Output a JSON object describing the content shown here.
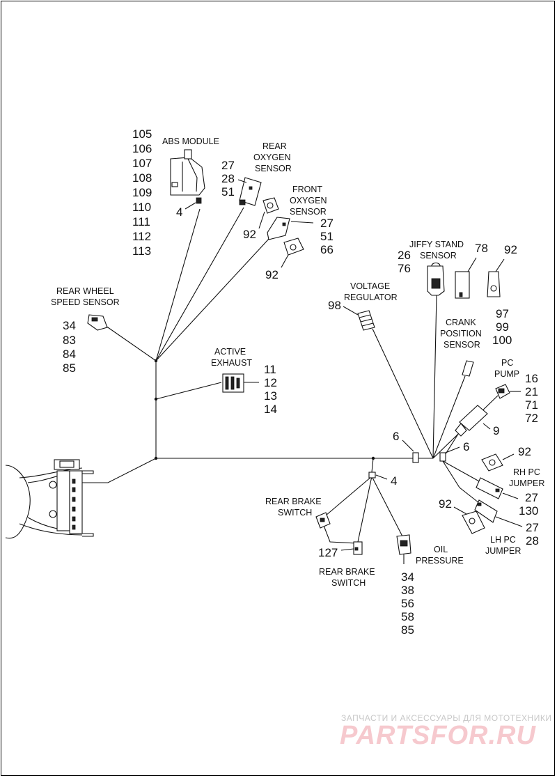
{
  "labels": {
    "abs_module": "ABS MODULE",
    "rear_oxygen_sensor": [
      "REAR",
      "OXYGEN",
      "SENSOR"
    ],
    "front_oxygen_sensor": [
      "FRONT",
      "OXYGEN",
      "SENSOR"
    ],
    "rear_wheel_speed_sensor": [
      "REAR WHEEL",
      "SPEED SENSOR"
    ],
    "active_exhaust": [
      "ACTIVE",
      "EXHAUST"
    ],
    "jiffy_stand_sensor": [
      "JIFFY STAND",
      "SENSOR"
    ],
    "voltage_regulator": [
      "VOLTAGE",
      "REGULATOR"
    ],
    "crank_position_sensor": [
      "CRANK",
      "POSITION",
      "SENSOR"
    ],
    "pc_pump": [
      "PC",
      "PUMP"
    ],
    "rh_pc_jumper": [
      "RH PC",
      "JUMPER"
    ],
    "lh_pc_jumper": [
      "LH PC",
      "JUMPER"
    ],
    "rear_brake_switch_upper": [
      "REAR BRAKE",
      "SWITCH"
    ],
    "rear_brake_switch_lower": [
      "REAR BRAKE",
      "SWITCH"
    ],
    "oil_pressure": [
      "OIL",
      "PRESSURE"
    ]
  },
  "callouts": {
    "abs_module": [
      "105",
      "106",
      "107",
      "108",
      "109",
      "110",
      "111",
      "112",
      "113"
    ],
    "abs_module_clip": "4",
    "rear_oxygen_sensor": [
      "27",
      "28",
      "51"
    ],
    "rear_oxygen_cap": "92",
    "front_oxygen_sensor": [
      "27",
      "51",
      "66"
    ],
    "front_oxygen_cap": "92",
    "rear_wheel_speed_sensor": [
      "34",
      "83",
      "84",
      "85"
    ],
    "active_exhaust": [
      "11",
      "12",
      "13",
      "14"
    ],
    "jiffy_stand_sensor": [
      "26",
      "76"
    ],
    "jiffy_stand_connector": "78",
    "jiffy_stand_cap": "92",
    "voltage_regulator": "98",
    "crank_position_sensor": [
      "97",
      "99",
      "100"
    ],
    "pc_pump": [
      "16",
      "21",
      "71",
      "72"
    ],
    "pc_pump_body": "9",
    "clip_left": "6",
    "clip_right": "6",
    "rh_pc_cap": "92",
    "rh_pc_jumper": [
      "27",
      "130"
    ],
    "lh_pc_cap": "92",
    "lh_pc_jumper": [
      "27",
      "28"
    ],
    "brake_clip": "4",
    "rear_brake_switch": "127",
    "oil_pressure": [
      "34",
      "38",
      "56",
      "58",
      "85"
    ]
  },
  "watermark": {
    "line1": "ЗАПЧАСТИ И АКСЕССУАРЫ ДЛЯ МОТОТЕХНИКИ",
    "line2": "PARTSFOR.RU"
  }
}
